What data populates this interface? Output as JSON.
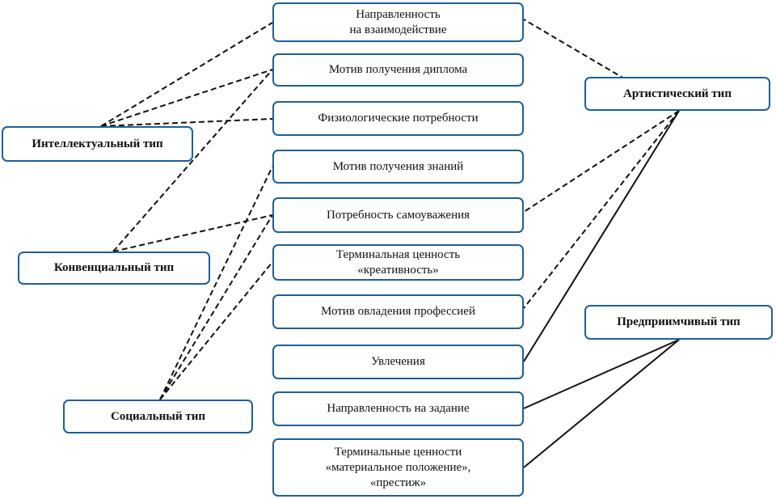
{
  "colors": {
    "box_border": "#1f5f96",
    "line": "#111111",
    "background": "#ffffff"
  },
  "factors": [
    {
      "id": "f1",
      "label": "Направленность\nна взаимодействие"
    },
    {
      "id": "f2",
      "label": "Мотив получения диплома"
    },
    {
      "id": "f3",
      "label": "Физиологические  потребности"
    },
    {
      "id": "f4",
      "label": "Мотив получения знаний"
    },
    {
      "id": "f5",
      "label": "Потребность  самоуважения"
    },
    {
      "id": "f6",
      "label": "Терминальная ценность\n«креативность»"
    },
    {
      "id": "f7",
      "label": "Мотив овладения профессией"
    },
    {
      "id": "f8",
      "label": "Увлечения"
    },
    {
      "id": "f9",
      "label": "Направленность на задание"
    },
    {
      "id": "f10",
      "label": "Терминальные ценности\n«материальное положение»,\n«престиж»"
    }
  ],
  "types": [
    {
      "id": "intel",
      "label": "Интеллектуальный тип"
    },
    {
      "id": "conv",
      "label": "Конвенциальный  тип"
    },
    {
      "id": "social",
      "label": "Социальный  тип"
    },
    {
      "id": "art",
      "label": "Артистический  тип"
    },
    {
      "id": "entre",
      "label": "Предприимчивый  тип"
    }
  ],
  "connections": [
    {
      "from": "intel",
      "to": "f1",
      "style": "dashed"
    },
    {
      "from": "intel",
      "to": "f2",
      "style": "dashed"
    },
    {
      "from": "intel",
      "to": "f3",
      "style": "dashed"
    },
    {
      "from": "conv",
      "to": "f2",
      "style": "dashed"
    },
    {
      "from": "conv",
      "to": "f5",
      "style": "dashed"
    },
    {
      "from": "social",
      "to": "f4",
      "style": "dashed"
    },
    {
      "from": "social",
      "to": "f5",
      "style": "dashed"
    },
    {
      "from": "social",
      "to": "f6",
      "style": "dashed"
    },
    {
      "from": "art",
      "to": "f1",
      "style": "dashed"
    },
    {
      "from": "art",
      "to": "f5",
      "style": "dashed"
    },
    {
      "from": "art",
      "to": "f7",
      "style": "dashed"
    },
    {
      "from": "art",
      "to": "f8",
      "style": "solid"
    },
    {
      "from": "entre",
      "to": "f9",
      "style": "solid"
    },
    {
      "from": "entre",
      "to": "f10",
      "style": "solid"
    }
  ]
}
